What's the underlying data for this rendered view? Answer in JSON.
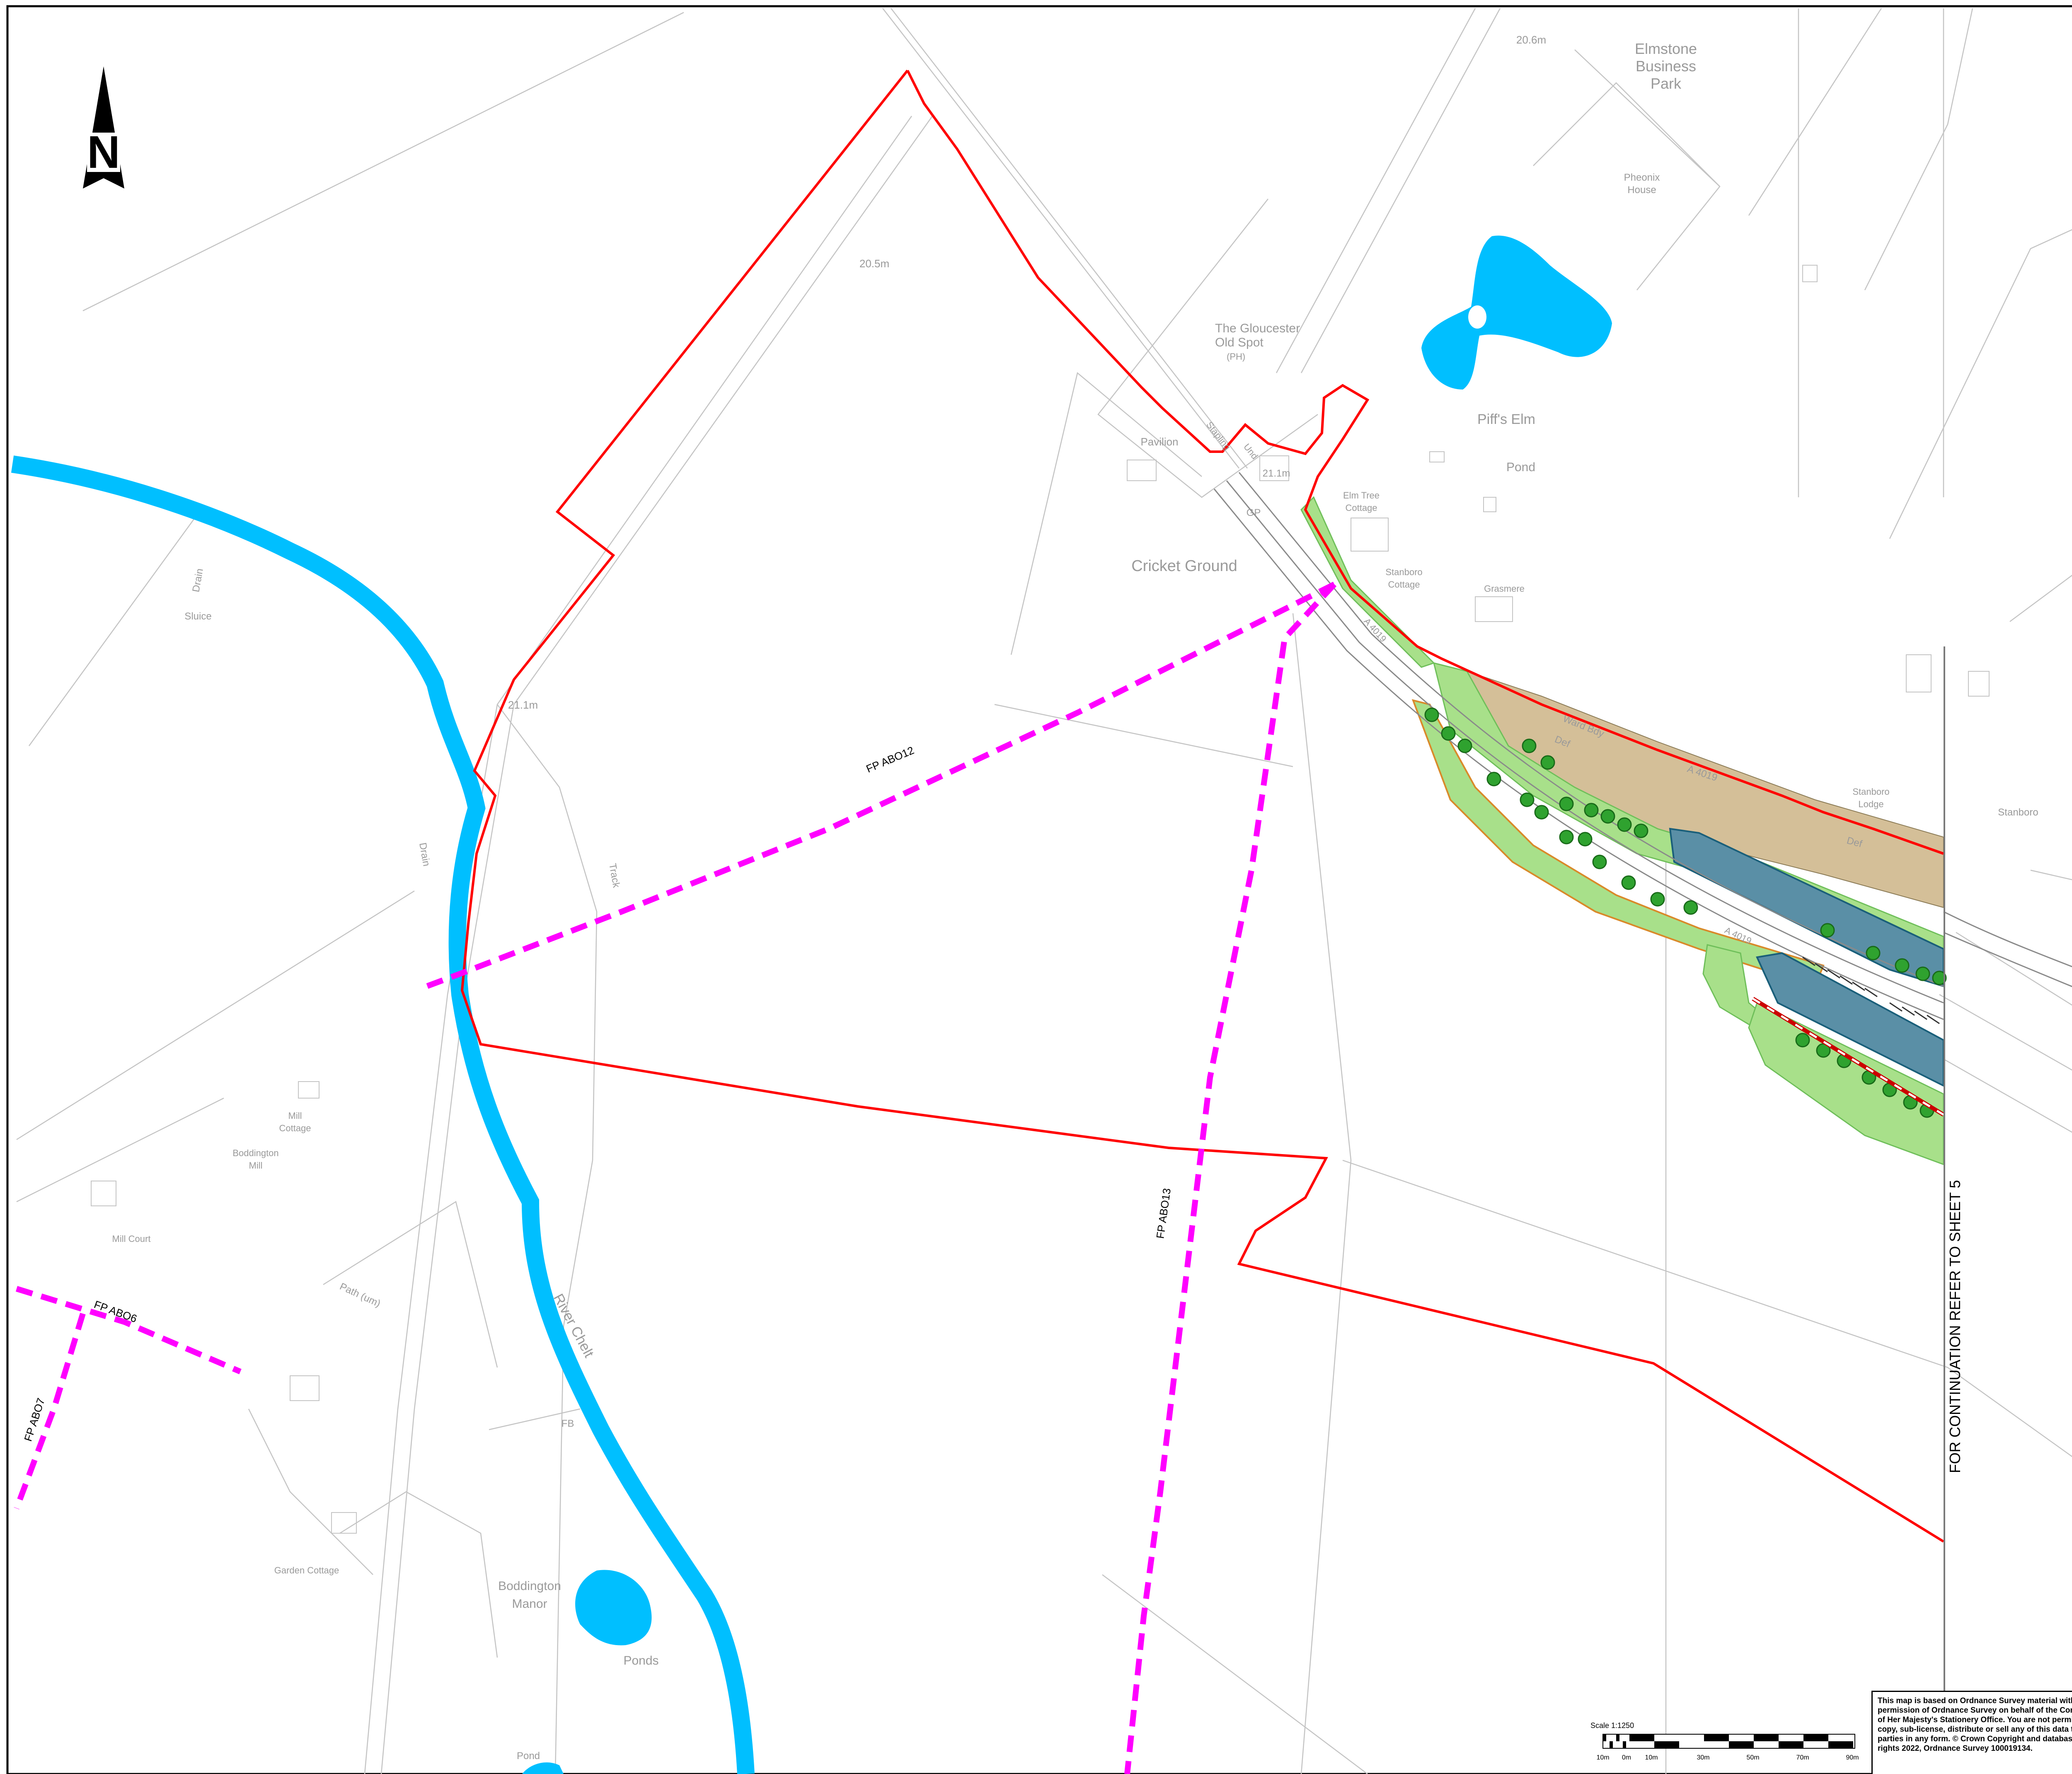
{
  "north_arrow": {
    "letter": "N"
  },
  "labels": {
    "elevation_20_6": "20.6m",
    "elevation_20_5": "20.5m",
    "elevation_21_1_field": "21.1m",
    "elevation_21_1_road": "21.1m",
    "elmstone_business_park": [
      "Elmstone",
      "Business",
      "Park"
    ],
    "pheonix_house": [
      "Pheonix",
      "House"
    ],
    "gloucester_old_spot": [
      "The Gloucester",
      "Old Spot",
      "(PH)"
    ],
    "piffs_elm": "Piff's Elm",
    "pond": "Pond",
    "pavilion": "Pavilion",
    "cricket_ground": "Cricket Ground",
    "elm_tree_cottage": [
      "Elm Tree",
      "Cottage"
    ],
    "gp": "GP",
    "stanboro_cottage": [
      "Stanboro",
      "Cottage"
    ],
    "grasmere": "Grasmere",
    "stapling": "Stapling",
    "und": "Und",
    "ward_bdy": "Ward Bdy",
    "def_1": "Def",
    "def_2": "Def",
    "a4019_1": "A 4019",
    "a4019_2": "A 4019",
    "a4019_3": "A 4019",
    "stanboro_lodge": [
      "Stanboro",
      "Lodge"
    ],
    "stanboro": "Stanboro",
    "drain_1": "Drain",
    "drain_2": "Drain",
    "sluice": "Sluice",
    "track": "Track",
    "mill_cottage": [
      "Mill",
      "Cottage"
    ],
    "boddington_mill": [
      "Boddington",
      "Mill"
    ],
    "mill_court": "Mill Court",
    "path_um": "Path (um)",
    "river_chelt": "River Chelt",
    "fb": "FB",
    "garden_cottage": "Garden Cottage",
    "boddington_manor": [
      "Boddington",
      "Manor"
    ],
    "ponds": "Ponds",
    "pond_bottom": "Pond"
  },
  "footpaths": {
    "abo12": "FP ABO12",
    "abo13": "FP ABO13",
    "abo6": "FP ABO6",
    "abo7": "FP ABO7"
  },
  "continuation_note": "FOR CONTINUATION REFER TO SHEET 5",
  "scale_bar": {
    "title": "Scale  1:1250",
    "ticks": [
      "10m",
      "0m",
      "10m",
      "30m",
      "50m",
      "70m",
      "90m"
    ]
  },
  "copyright_notice": [
    "This map is based on Ordnance Survey material with the",
    "permission of Ordnance Survey on behalf of the Control",
    "of Her Majesty's Stationery Office. You are not permitted",
    "copy, sub-license, distribute or sell any of this data to th",
    "parties in any form. © Crown Copyright and database",
    "rights 2022, Ordnance Survey 100019134."
  ],
  "colors": {
    "site_boundary": "#ff0000",
    "water": "#00bfff",
    "footpath": "#ff00ff",
    "verge": "#a8e08a",
    "trees": "#2fa22f",
    "pond_liner": "#5a8fa6",
    "hardstanding": "#d4bf98",
    "base_map": "#c4c4c4"
  }
}
